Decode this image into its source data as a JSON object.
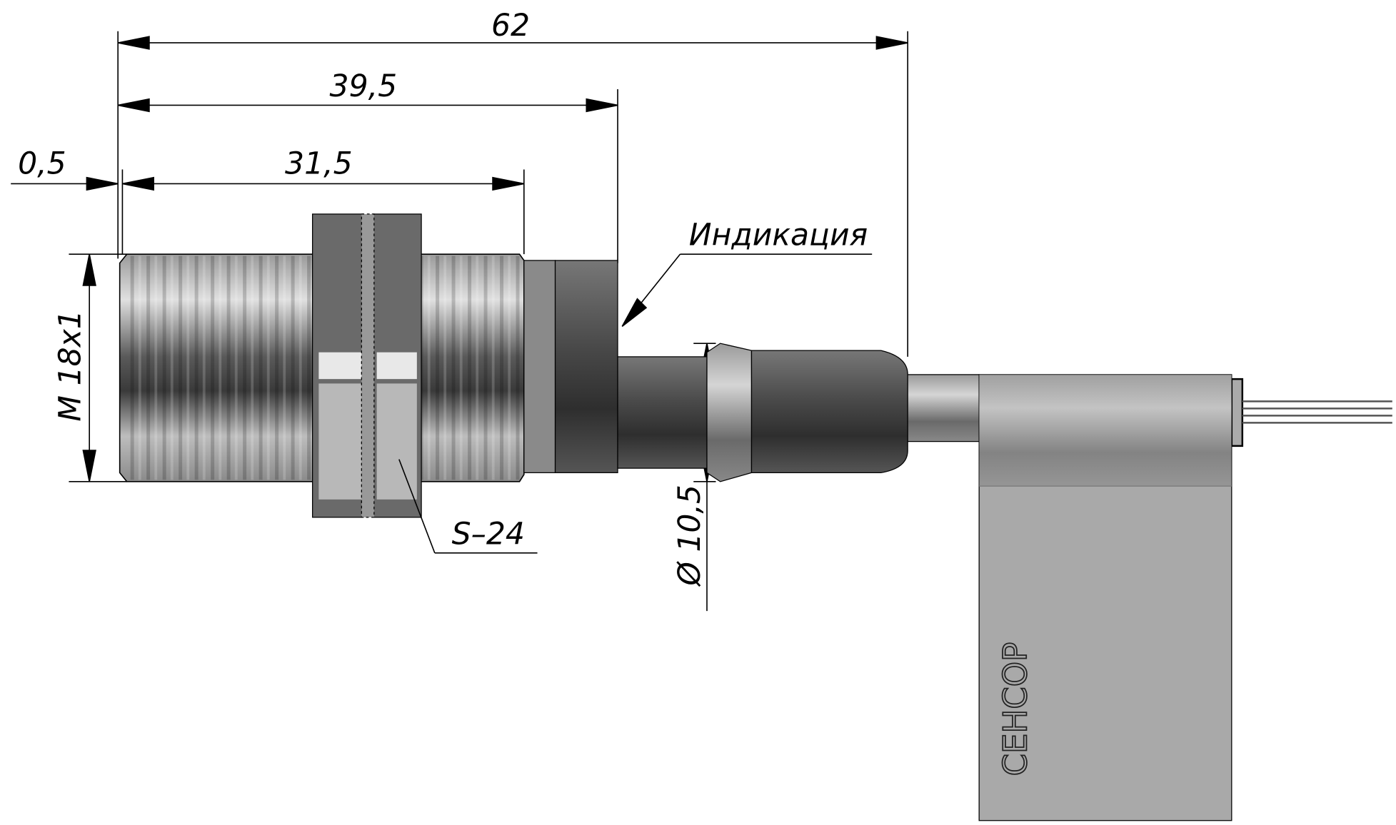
{
  "dimensions": {
    "overall_length": "62",
    "body_length": "39,5",
    "thread_length": "31,5",
    "chamfer": "0,5",
    "thread": "M 18x1",
    "cable_diameter": "Ø 10,5"
  },
  "callouts": {
    "indication": "Индикация",
    "wrench_size": "S–24"
  },
  "label": {
    "brand": "СЕНСОР"
  },
  "colors": {
    "body_dark": "#4a4a4a",
    "body_light": "#d8d8d8",
    "label_gray": "#a9a9a9"
  }
}
